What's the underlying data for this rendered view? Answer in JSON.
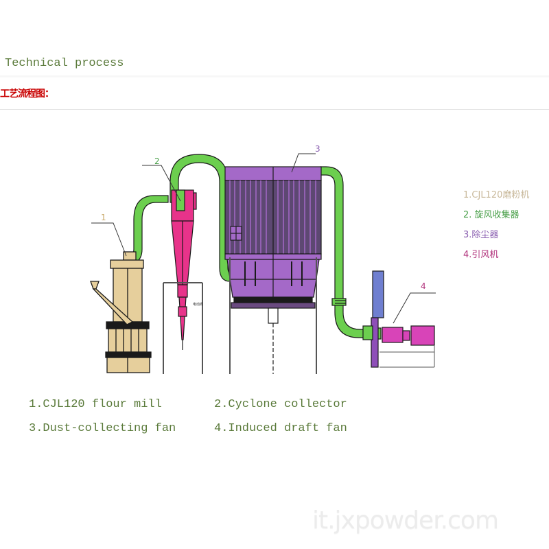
{
  "header": {
    "title": "Technical process",
    "subtitle": "工艺流程图："
  },
  "diagram": {
    "callouts": [
      "1",
      "2",
      "3",
      "4"
    ],
    "small_label": "电动阀",
    "legend": [
      {
        "text": "1.CJL120磨粉机",
        "color": "#c8b89a"
      },
      {
        "text": "2. 旋风收集器",
        "color": "#4aa04a"
      },
      {
        "text": "3.除尘器",
        "color": "#8a5fb0"
      },
      {
        "text": "4.引风机",
        "color": "#b0307a"
      }
    ],
    "colors": {
      "mill": "#e6cf9c",
      "pipe": "#6ccf4f",
      "cyclone": "#e8338a",
      "collector": "#a469c8",
      "fan_motor": "#d844b8",
      "silencer": "#6f7fd0",
      "fan_housing": "#8e4fb8"
    }
  },
  "captions": [
    "1.CJL120 flour mill",
    "2.Cyclone collector",
    "3.Dust-collecting fan",
    "4.Induced draft fan"
  ],
  "watermark": "it.jxpowder.com"
}
